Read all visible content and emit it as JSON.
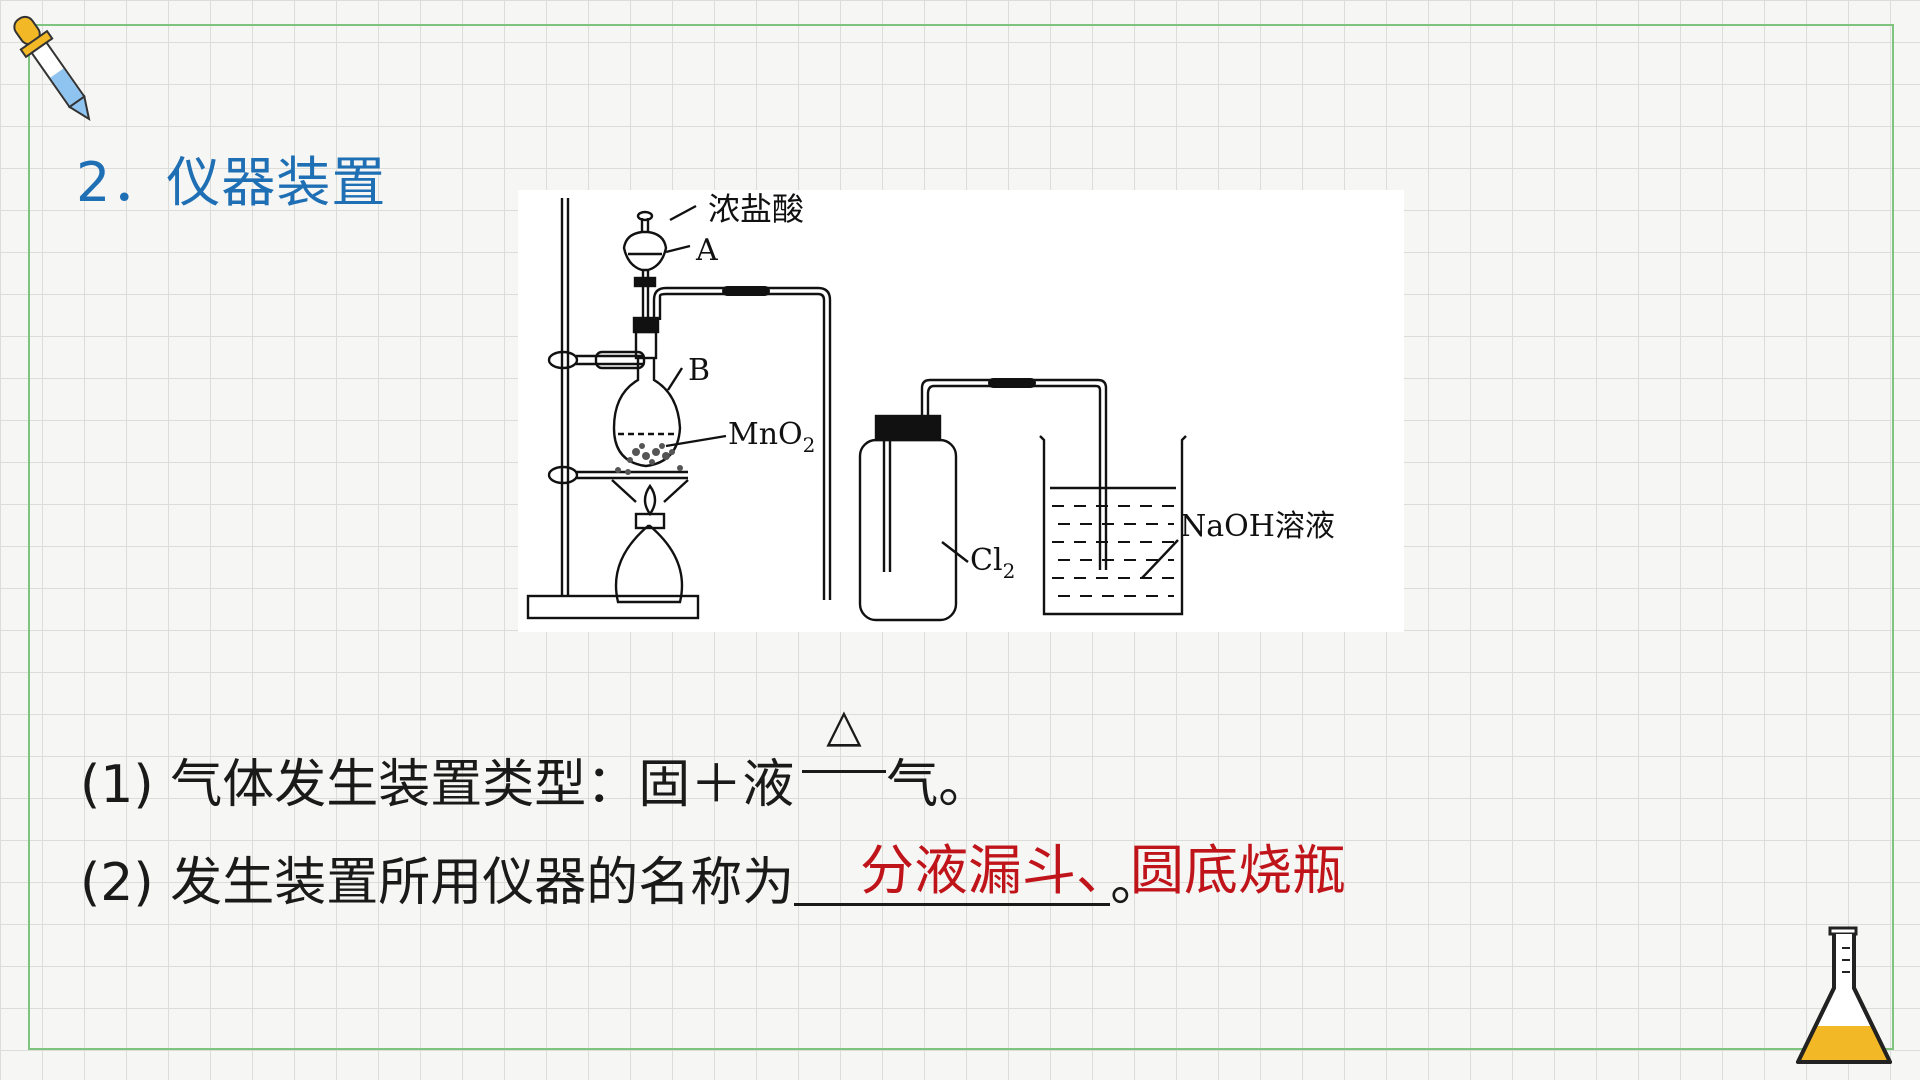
{
  "section": {
    "title": "2．仪器装置"
  },
  "diagram": {
    "label_hcl": "浓盐酸",
    "label_a": "A",
    "label_b": "B",
    "label_mno2_base": "MnO",
    "label_mno2_sub": "2",
    "label_cl2_base": "Cl",
    "label_cl2_sub": "2",
    "label_naoh": "NaOH溶液"
  },
  "questions": {
    "q1_prefix": "(1) 气体发生装置类型：固＋液",
    "q1_heat_symbol": "△",
    "q1_suffix": "气。",
    "q2_prefix": "(2) 发生装置所用仪器的名称为",
    "q2_suffix": "。",
    "q2_answer": "分液漏斗、圆底烧瓶"
  },
  "colors": {
    "title": "#1f6fb5",
    "answer": "#c0141b",
    "frame": "#7ec47e"
  }
}
